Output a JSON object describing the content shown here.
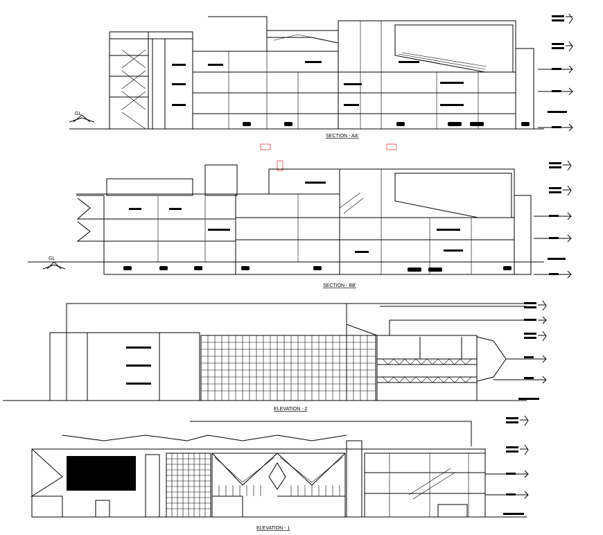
{
  "drawing": {
    "captions": {
      "section_aa": "SECTION - AA'",
      "section_bb": "SECTION - BB'",
      "elevation_2": "ELEVATION - 2",
      "elevation_1": "ELEVATION - 1"
    },
    "ground_label": "GL",
    "line_color": "#000000",
    "accent_color": "#e04040"
  }
}
